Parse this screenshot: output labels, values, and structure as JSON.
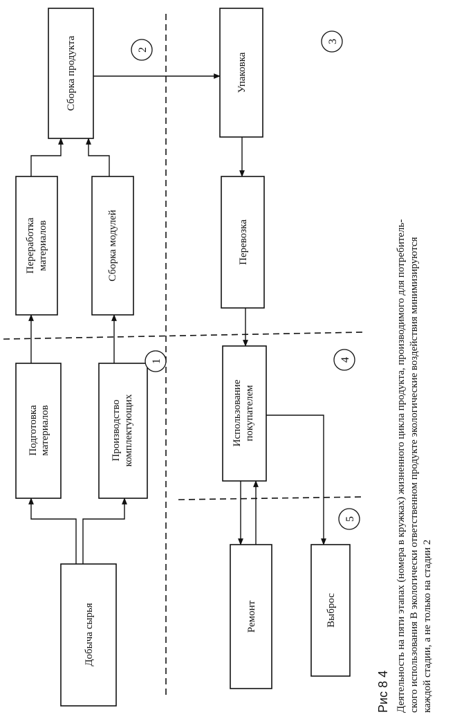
{
  "nodes": {
    "dobycha": "Добыча сырья",
    "podgotovka_1": "Подготовка",
    "podgotovka_2": "материалов",
    "proizvodstvo_1": "Производство",
    "proizvodstvo_2": "комплектующих",
    "pererabotka_1": "Переработка",
    "pererabotka_2": "материалов",
    "sborka_moduley": "Сборка модулей",
    "sborka_produkta": "Сборка продукта",
    "upakovka": "Упаковка",
    "perevozka": "Перевозка",
    "ispolzovanie_1": "Использование",
    "ispolzovanie_2": "покупателем",
    "remont": "Ремонт",
    "vybros": "Выброс"
  },
  "stages": [
    "1",
    "2",
    "3",
    "4",
    "5"
  ],
  "caption": {
    "figure": "Рис 8 4",
    "line1": "Деятельность на пяти этапах (номера в кружках) жизненного цикла продукта, производимого для потребитель-",
    "line2": "ского использования  В экологически ответственном продукте экологические воздействия минимизируются",
    "line3": "каждой стадии, а не только на стадии 2"
  }
}
